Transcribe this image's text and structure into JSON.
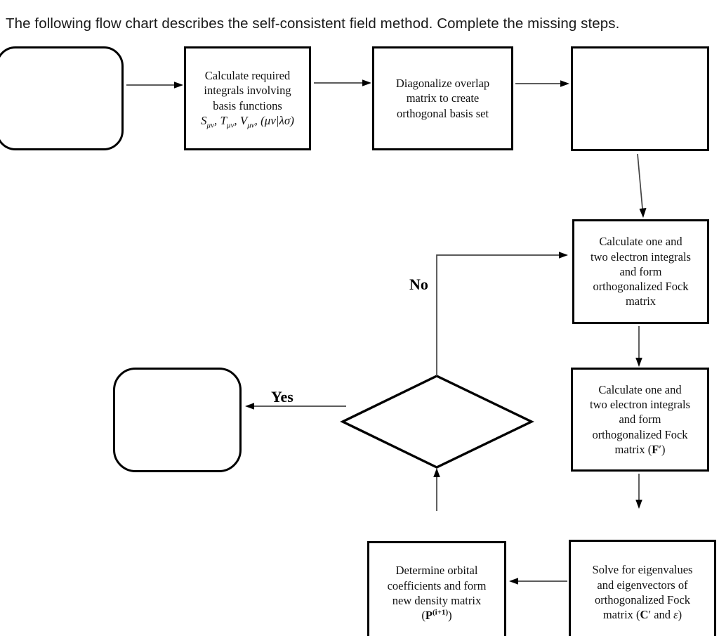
{
  "title": "The following flow chart describes the self-consistent field method. Complete the missing steps.",
  "decision_labels": {
    "yes": "Yes",
    "no": "No"
  },
  "nodes": {
    "start": {
      "text": ""
    },
    "integrals": {
      "lines": [
        "Calculate required",
        "integrals involving",
        "basis functions"
      ],
      "math": {
        "s": "S",
        "sub1": "μν",
        "c1": ", ",
        "t": "T",
        "sub2": "μν",
        "c2": ", ",
        "v": "V",
        "sub3": "μν",
        "tail": ", (μν|λσ)"
      }
    },
    "diagonalize": {
      "lines": [
        "Diagonalize overlap",
        "matrix to create",
        "orthogonal basis set"
      ]
    },
    "blank_step": {
      "text": ""
    },
    "fock": {
      "lines": [
        "Calculate one and",
        "two electron integrals",
        "and form",
        "orthogonalized Fock",
        "matrix"
      ]
    },
    "fock_prime": {
      "lines": [
        "Calculate one and",
        "two electron integrals",
        "and form",
        "orthogonalized Fock"
      ],
      "last": {
        "pre": "matrix (",
        "bold": "F",
        "post": "′)"
      }
    },
    "decision": {
      "text": ""
    },
    "end": {
      "text": ""
    },
    "solve": {
      "lines": [
        "Solve for eigenvalues",
        "and eigenvectors of",
        "orthogonalized Fock"
      ],
      "last": {
        "pre": "matrix (",
        "bold": "C",
        "mid": "′ and ",
        "eps": "ε",
        "post": ")"
      }
    },
    "determine": {
      "lines": [
        "Determine orbital",
        "coefficients and form",
        "new density matrix"
      ],
      "last": {
        "pre": "(",
        "bold": "P",
        "sup": "(i+1)",
        "post": ")"
      }
    }
  }
}
